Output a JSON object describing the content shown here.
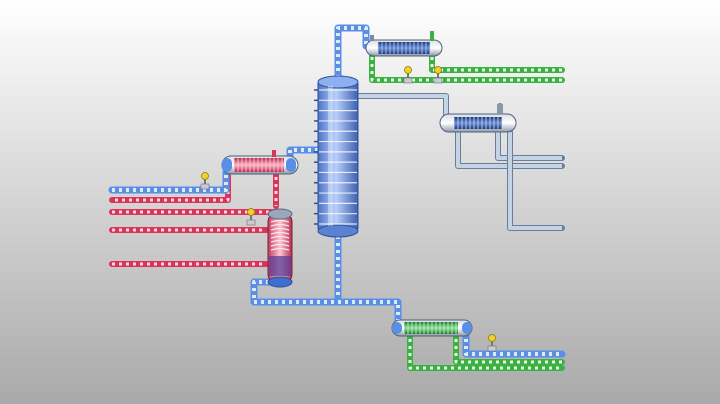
{
  "colors": {
    "background_top": "#ffffff",
    "background_bottom": "#a9a9a9",
    "cold_pipe": "#5a8fe8",
    "cold_pipe_stripe": "#dfe9ff",
    "hot_pipe": "#d9345a",
    "hot_pipe_stripe": "#ffd8e2",
    "cooling_water_pipe": "#3cb043",
    "cooling_water_stripe": "#e2ffe0",
    "utility_pipe": "#c5d3e6",
    "utility_pipe_edge": "#6c7e96",
    "column_shell": "#6f98e6",
    "valve": "#f2d21e"
  },
  "equipment": [
    {
      "name": "distillation-column",
      "icon": "distillation-column-icon",
      "trays": 14
    },
    {
      "name": "overhead-condenser",
      "icon": "heat-exchanger-icon",
      "service": "cooling-water"
    },
    {
      "name": "product-cooler",
      "icon": "heat-exchanger-icon",
      "service": "utility"
    },
    {
      "name": "feed-preheater",
      "icon": "heat-exchanger-icon",
      "service": "hot"
    },
    {
      "name": "reboiler",
      "icon": "reboiler-icon",
      "service": "hot"
    },
    {
      "name": "bottoms-cooler",
      "icon": "heat-exchanger-icon",
      "service": "cooling-water"
    }
  ],
  "valves": [
    {
      "name": "condenser-cw-valve-1",
      "icon": "control-valve-icon"
    },
    {
      "name": "condenser-cw-valve-2",
      "icon": "control-valve-icon"
    },
    {
      "name": "feed-valve",
      "icon": "control-valve-icon"
    },
    {
      "name": "reboiler-steam-valve",
      "icon": "control-valve-icon"
    },
    {
      "name": "bottoms-cw-valve",
      "icon": "control-valve-icon"
    }
  ]
}
